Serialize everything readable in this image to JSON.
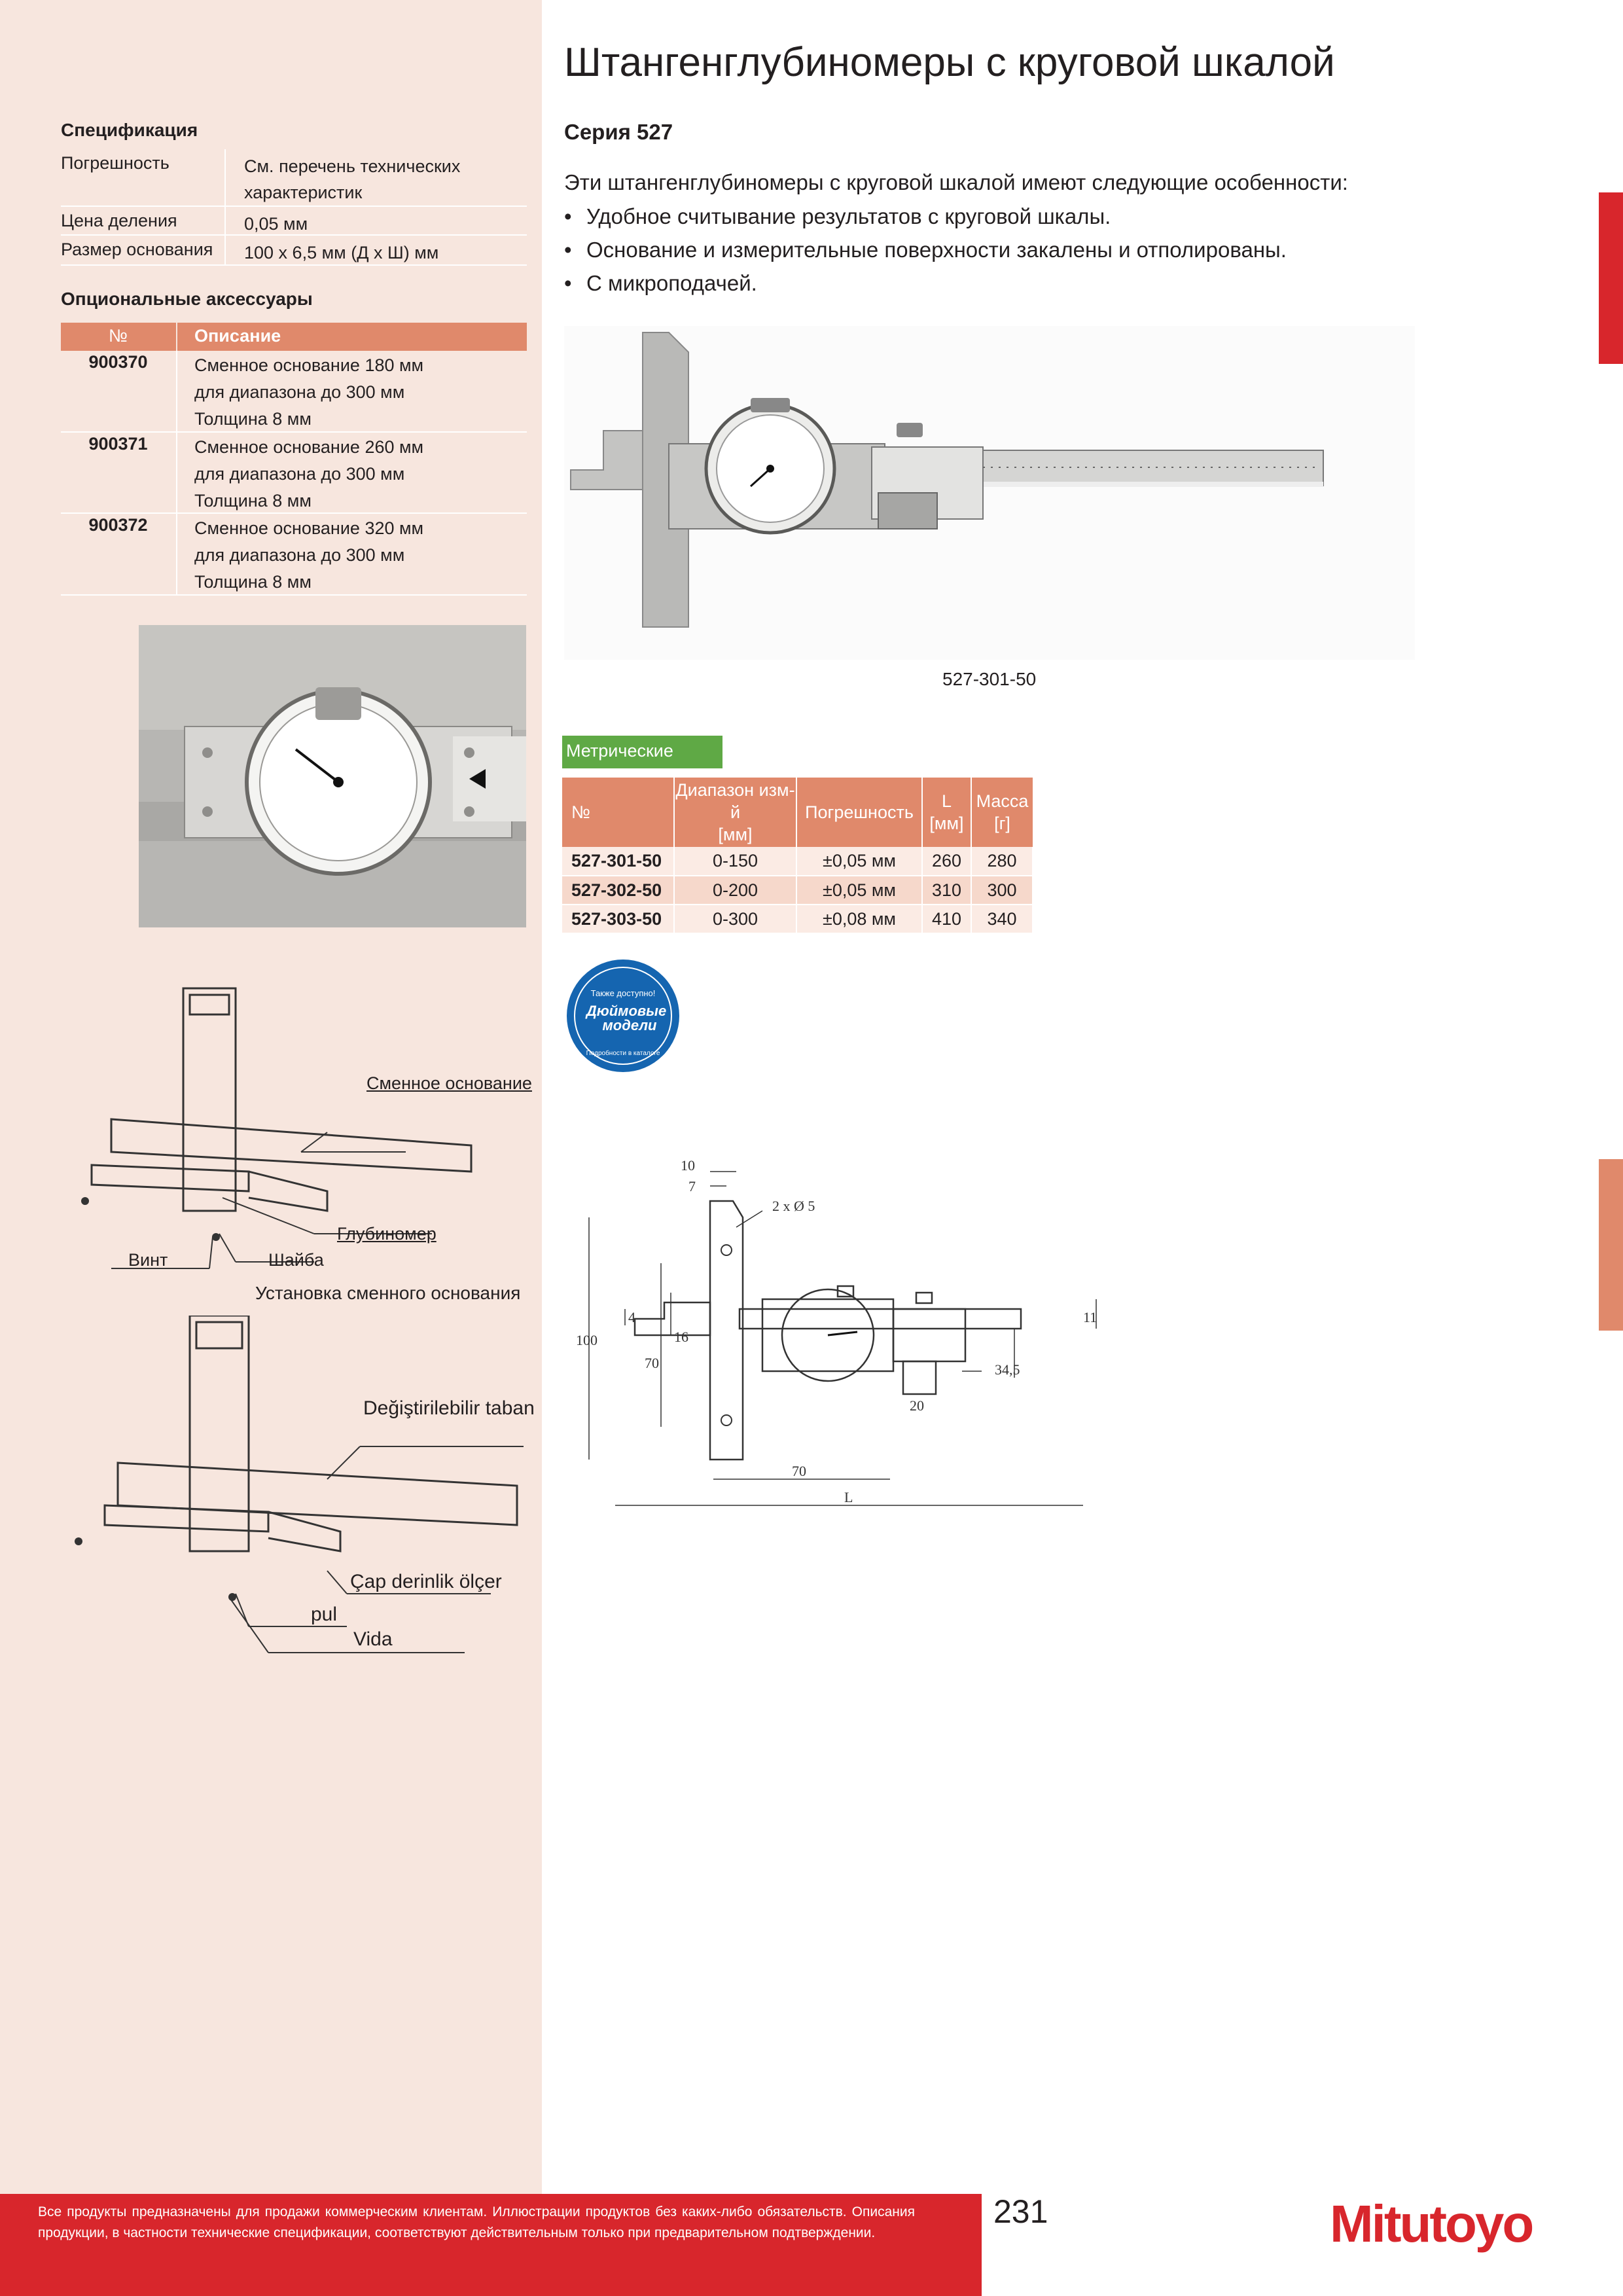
{
  "title": "Штангенглубиномеры с круговой шкалой",
  "series": "Серия 527",
  "intro": "Эти штангенглубиномеры с круговой шкалой имеют следующие особенности:",
  "bullets": [
    "Удобное считывание результатов с круговой шкалы.",
    "Основание и измерительные поверхности закалены и отполированы.",
    "С микроподачей."
  ],
  "spec": {
    "title": "Спецификация",
    "rows": [
      {
        "key": "Погрешность",
        "value": "См. перечень технических характеристик"
      },
      {
        "key": "Цена деления",
        "value": "0,05 мм"
      },
      {
        "key": "Размер основания",
        "value": "100 x 6,5 мм (Д x Ш) мм"
      }
    ]
  },
  "accessories": {
    "title": "Опциональные аксессуары",
    "col_no": "№",
    "col_desc": "Описание",
    "rows": [
      {
        "no": "900370",
        "l1": "Сменное основание 180 мм",
        "l2": "для диапазона до 300 мм",
        "l3": "Толщина 8 мм"
      },
      {
        "no": "900371",
        "l1": "Сменное основание 260 мм",
        "l2": "для диапазона до 300 мм",
        "l3": "Толщина 8 мм"
      },
      {
        "no": "900372",
        "l1": "Сменное основание 320 мм",
        "l2": "для диапазона до 300 мм",
        "l3": "Толщина 8 мм"
      }
    ]
  },
  "install_ru": {
    "base": "Сменное основание",
    "gauge": "Глубиномер",
    "washer": "Шайба",
    "screw": "Винт",
    "caption": "Установка сменного основания"
  },
  "install_tr": {
    "base": "Değiştirilebilir taban",
    "gauge": "Çap derinlik ölçer",
    "washer": "pul",
    "screw": "Vida"
  },
  "photo_caption": "527-301-50",
  "metric_label": "Метрические",
  "table": {
    "h_no": "№",
    "h_range_1": "Диапазон изм-й",
    "h_range_2": "[мм]",
    "h_acc": "Погрешность",
    "h_l_1": "L",
    "h_l_2": "[мм]",
    "h_mass_1": "Масса",
    "h_mass_2": "[г]",
    "rows": [
      {
        "no": "527-301-50",
        "range": "0-150",
        "acc": "±0,05 мм",
        "l": "260",
        "mass": "280"
      },
      {
        "no": "527-302-50",
        "range": "0-200",
        "acc": "±0,05 мм",
        "l": "310",
        "mass": "300"
      },
      {
        "no": "527-303-50",
        "range": "0-300",
        "acc": "±0,08 мм",
        "l": "410",
        "mass": "340"
      }
    ]
  },
  "badge": {
    "top": "Также доступно!",
    "line1": "Дюймовые",
    "line2": "модели",
    "bottom": "Подробности в каталоге"
  },
  "dims": {
    "d10": "10",
    "d7": "7",
    "holes": "2 x Ø 5",
    "d100": "100",
    "d4": "4",
    "d16": "16",
    "d70v": "70",
    "d20": "20",
    "d345": "34,5",
    "d11": "11",
    "d70h": "70",
    "dL": "L"
  },
  "footer": {
    "text": "Все продукты предназначены для продажи коммерческим клиентам. Иллюстрации продуктов без каких-либо обязательств. Описания продукции, в частности технические спецификации, соответствуют действительным только при предварительном подтверждении.",
    "page": "231",
    "brand": "Mitutoyo"
  },
  "colors": {
    "accent_red": "#d8262c",
    "salmon": "#e0896b",
    "panel": "#f7e6de",
    "green": "#5fa945"
  }
}
